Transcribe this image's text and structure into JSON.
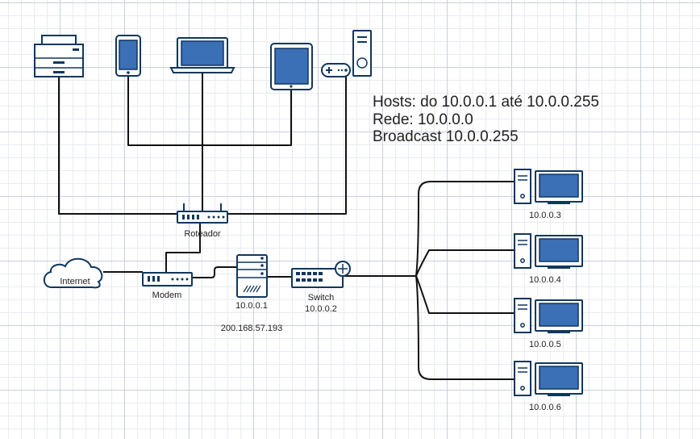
{
  "info": {
    "hosts": "Hosts: do 10.0.0.1 até 10.0.0.255",
    "network": "Rede: 10.0.0.0",
    "broadcast": "Broadcast 10.0.0.255"
  },
  "labels": {
    "router": "Roteador",
    "internet": "Internet",
    "modem": "Modem",
    "server_ip": "10.0.0.1",
    "public_ip": "200.168.57.193",
    "switch": "Switch",
    "switch_ip": "10.0.0.2"
  },
  "computers": [
    {
      "ip": "10.0.0.3"
    },
    {
      "ip": "10.0.0.4"
    },
    {
      "ip": "10.0.0.5"
    },
    {
      "ip": "10.0.0.6"
    }
  ],
  "colors": {
    "outline": "#10375e",
    "screen": "#3b6fb6",
    "wire": "#111111"
  }
}
